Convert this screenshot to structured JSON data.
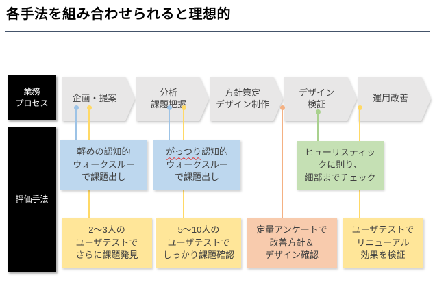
{
  "slide": {
    "title": "各手法を組み合わせられると理想的"
  },
  "row_labels": {
    "process": {
      "line1": "業務",
      "line2": "プロセス"
    },
    "evaluation": {
      "label": "評価手法"
    }
  },
  "process_steps": [
    {
      "line1": "企画・提案",
      "line2": ""
    },
    {
      "line1": "分析",
      "line2": "課題把握"
    },
    {
      "line1": "方針策定",
      "line2": "デザイン制作"
    },
    {
      "line1": "デザイン",
      "line2": "検証"
    },
    {
      "line1": "運用改善",
      "line2": ""
    }
  ],
  "method_boxes": [
    {
      "name": "cognitive-walkthrough-light",
      "line1": "軽めの認知的",
      "line2": "ウォークスルー",
      "line3": "で課題出し",
      "fill": "#BDD7EE"
    },
    {
      "name": "cognitive-walkthrough-heavy",
      "line1_wavy": "がっつり",
      "line1_rest": "認知的",
      "line2": "ウォークスルー",
      "line3": "で課題出し",
      "fill": "#BDD7EE"
    },
    {
      "name": "heuristic-check",
      "line1": "ヒューリスティッ",
      "line2": "クに則り、",
      "line3": "細部までチェック",
      "fill": "#C5E0B4"
    },
    {
      "name": "user-test-small",
      "line1": "2～3人の",
      "line2": "ユーザテストで",
      "line3": "さらに課題発見",
      "fill": "#FFE699"
    },
    {
      "name": "user-test-medium",
      "line1": "5～10人の",
      "line2": "ユーザテストで",
      "line3": "しっかり課題確認",
      "fill": "#FFE699"
    },
    {
      "name": "quantitative-survey",
      "line1": "定量アンケートで",
      "line2": "改善方針＆",
      "line3": "デザイン確認",
      "fill": "#F8CBAD"
    },
    {
      "name": "user-test-renewal",
      "line1": "ユーザテストで",
      "line2": "リニューアル",
      "line3": "効果を検証",
      "fill": "#FFE699"
    }
  ],
  "colors": {
    "divider": "#44546A",
    "arrow_fill": "#E8E7E7",
    "row_label_fill": "#000000",
    "blue_box": "#BDD7EE",
    "yellow_box": "#FFE699",
    "green_box": "#C5E0B4",
    "orange_box": "#F8CBAD",
    "blue_line": "#9DC3E6",
    "yellow_line": "#FFD966",
    "orange_line": "#F4B183",
    "green_line": "#A9D18E",
    "spellcheck_underline": "#E03131"
  }
}
